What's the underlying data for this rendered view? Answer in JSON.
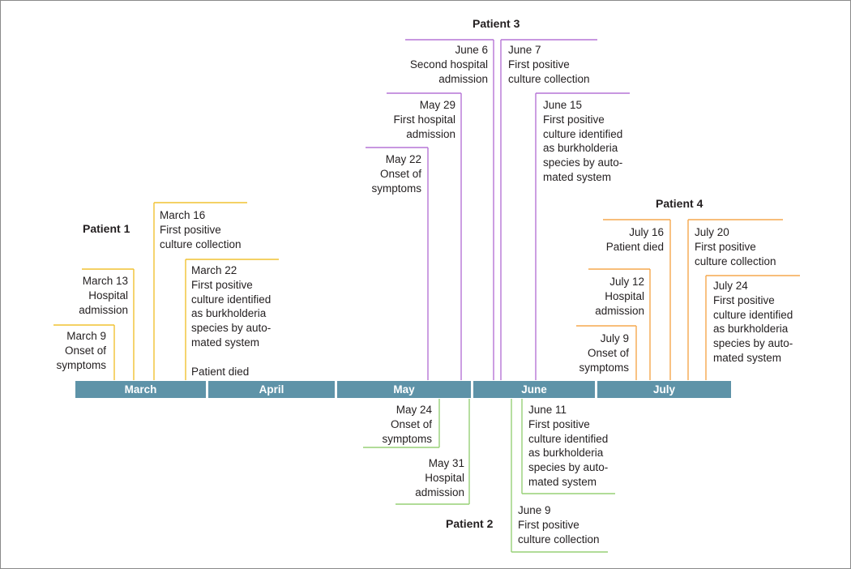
{
  "colors": {
    "patient1": "#f1c232",
    "patient2": "#97d077",
    "patient3": "#b675d6",
    "patient4": "#f5a94e",
    "timeline": "#5e93a8"
  },
  "months": [
    "March",
    "April",
    "May",
    "June",
    "July"
  ],
  "patients": [
    {
      "label": "Patient 1",
      "events": [
        {
          "date": "March 9",
          "lines": [
            "Onset of",
            "symptoms"
          ]
        },
        {
          "date": "March 13",
          "lines": [
            "Hospital",
            "admission"
          ]
        },
        {
          "date": "March 16",
          "lines": [
            "First positive",
            "culture collection"
          ]
        },
        {
          "date": "March 22",
          "lines": [
            "First positive",
            "culture identified",
            "as burkholderia",
            "species by auto-",
            "mated system",
            "",
            "Patient died"
          ]
        }
      ]
    },
    {
      "label": "Patient 2",
      "events": [
        {
          "date": "May 24",
          "lines": [
            "Onset of",
            "symptoms"
          ]
        },
        {
          "date": "May 31",
          "lines": [
            "Hospital",
            "admission"
          ]
        },
        {
          "date": "June 9",
          "lines": [
            "First positive",
            "culture collection"
          ]
        },
        {
          "date": "June 11",
          "lines": [
            "First positive",
            "culture identified",
            "as burkholderia",
            "species by auto-",
            "mated system"
          ]
        }
      ]
    },
    {
      "label": "Patient 3",
      "events": [
        {
          "date": "May 22",
          "lines": [
            "Onset of",
            "symptoms"
          ]
        },
        {
          "date": "May 29",
          "lines": [
            "First hospital",
            "admission"
          ]
        },
        {
          "date": "June 6",
          "lines": [
            "Second hospital",
            "admission"
          ]
        },
        {
          "date": "June 7",
          "lines": [
            "First positive",
            "culture collection"
          ]
        },
        {
          "date": "June 15",
          "lines": [
            "First positive",
            "culture identified",
            "as burkholderia",
            "species by auto-",
            "mated system"
          ]
        }
      ]
    },
    {
      "label": "Patient 4",
      "events": [
        {
          "date": "July 9",
          "lines": [
            "Onset of",
            "symptoms"
          ]
        },
        {
          "date": "July 12",
          "lines": [
            "Hospital",
            "admission"
          ]
        },
        {
          "date": "July 16",
          "lines": [
            "Patient died"
          ]
        },
        {
          "date": "July 20",
          "lines": [
            "First positive",
            "culture collection"
          ]
        },
        {
          "date": "July 24",
          "lines": [
            "First positive",
            "culture identified",
            "as burkholderia",
            "species by auto-",
            "mated system"
          ]
        }
      ]
    }
  ]
}
